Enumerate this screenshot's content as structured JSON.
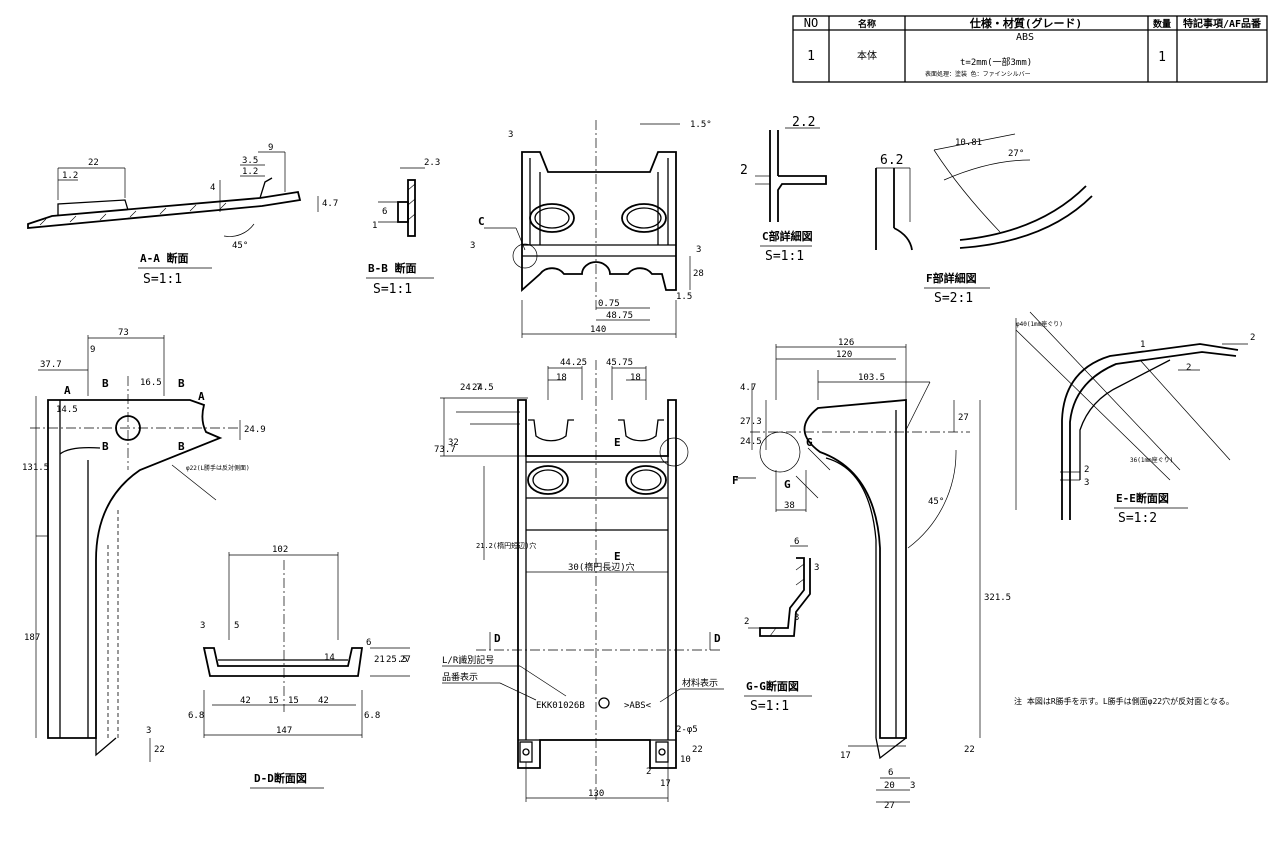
{
  "title_block": {
    "headers": [
      "NO",
      "名称",
      "仕様・材質(グレード)",
      "数量",
      "特記事項/AF品番"
    ],
    "row": {
      "no": "1",
      "name": "本体",
      "spec_material": "ABS",
      "spec_thickness": "t=2mm(一部3mm)",
      "spec_finish": "表面処理：塗装 色：ファインシルバー",
      "qty": "1",
      "remarks": ""
    }
  },
  "views": {
    "aa": {
      "name": "A-A 断面",
      "scale": "S=1:1"
    },
    "bb": {
      "name": "B-B 断面",
      "scale": "S=1:1"
    },
    "c_detail": {
      "name": "C部詳細図",
      "scale": "S=1:1"
    },
    "f_detail": {
      "name": "F部詳細図",
      "scale": "S=2:1"
    },
    "ee": {
      "name": "E-E断面図",
      "scale": "S=1:2"
    },
    "gg": {
      "name": "G-G断面図",
      "scale": "S=1:1"
    },
    "dd": {
      "name": "D-D断面図"
    }
  },
  "labels": {
    "l_r_mark": "L/R識別記号",
    "part_no_label": "品番表示",
    "part_no": "EKK01026B",
    "material_label": "材料表示",
    "material_mark": ">ABS<",
    "hole_note_ellipse_short": "21.2(楕円短辺)穴",
    "hole_note_ellipse_long": "30(楕円長辺)穴",
    "hole_note_22": "φ22(L勝手は反対側面)",
    "note_e_40": "φ40(1mm座ぐり)",
    "note_e_36": "36(1mm座ぐり)",
    "two_holes": "2-φ5"
  },
  "note": "注 本図はR勝手を示す。L勝手は側面φ22穴が反対面となる。",
  "dimensions": {
    "aa": [
      "22",
      "1.2",
      "3.5",
      "1.2",
      "9",
      "4",
      "45°",
      "4.7"
    ],
    "bb": [
      "2.3",
      "6",
      "1"
    ],
    "front_top": [
      "3",
      "1.5°",
      "C",
      "3",
      "3",
      "28",
      "1.5",
      "0.75",
      "48.75",
      "140"
    ],
    "c_detail": [
      "2.2",
      "2"
    ],
    "f_detail": [
      "6.2",
      "10.81",
      "27°"
    ],
    "side_left": [
      "73",
      "37.7",
      "9",
      "16.5",
      "14.5",
      "24.9",
      "131.5",
      "187",
      "3",
      "22"
    ],
    "front_main": [
      "44.25",
      "45.75",
      "18",
      "18",
      "24.7",
      "24.5",
      "73.7",
      "32",
      "130",
      "10",
      "22",
      "17",
      "2"
    ],
    "side_right": [
      "126",
      "120",
      "103.5",
      "4.7",
      "24.5",
      "27.3",
      "27",
      "45°",
      "38",
      "321.5",
      "22",
      "17",
      "6",
      "20",
      "27",
      "3"
    ],
    "dd": [
      "102",
      "3",
      "5",
      "14",
      "6",
      "21",
      "25.5",
      "27",
      "42",
      "15",
      "15",
      "42",
      "6.8",
      "6.8",
      "147"
    ],
    "gg": [
      "6",
      "3",
      "2",
      "3"
    ],
    "ee": [
      "2",
      "1",
      "2",
      "2",
      "3"
    ]
  }
}
